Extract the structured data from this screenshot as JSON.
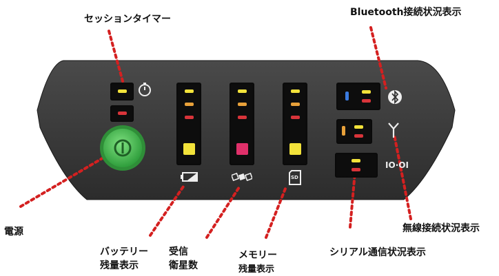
{
  "labels": {
    "session_timer": "セッションタイマー",
    "bluetooth": "Bluetooth接続状況表示",
    "power": "電源",
    "battery_line1": "バッテリー",
    "battery_line2": "残量表示",
    "satellites_line1": "受信",
    "satellites_line2": "衛星数",
    "memory_line1": "メモリー",
    "memory_line2": "残量表示",
    "serial": "シリアル通信状況表示",
    "wireless": "無線接続状況表示"
  },
  "icons": {
    "timer": "stopwatch-icon",
    "bluetooth": "bluetooth-icon",
    "wireless": "antenna-icon",
    "serial": "serial-io-icon",
    "power": "power-icon",
    "battery": "battery-icon",
    "satellite": "satellite-icon",
    "sd": "sd-card-icon"
  },
  "icon_text": {
    "serial": "IO·OI",
    "sd": "SD"
  },
  "colors": {
    "led_yellow": "#f2e23a",
    "led_orange": "#e8a13a",
    "led_red": "#d8343a",
    "led_magenta": "#e0306a",
    "led_blue": "#3a7be0",
    "power_green": "#3fb64b",
    "dotted_line": "#d42020",
    "panel": "#3a3a3a"
  }
}
